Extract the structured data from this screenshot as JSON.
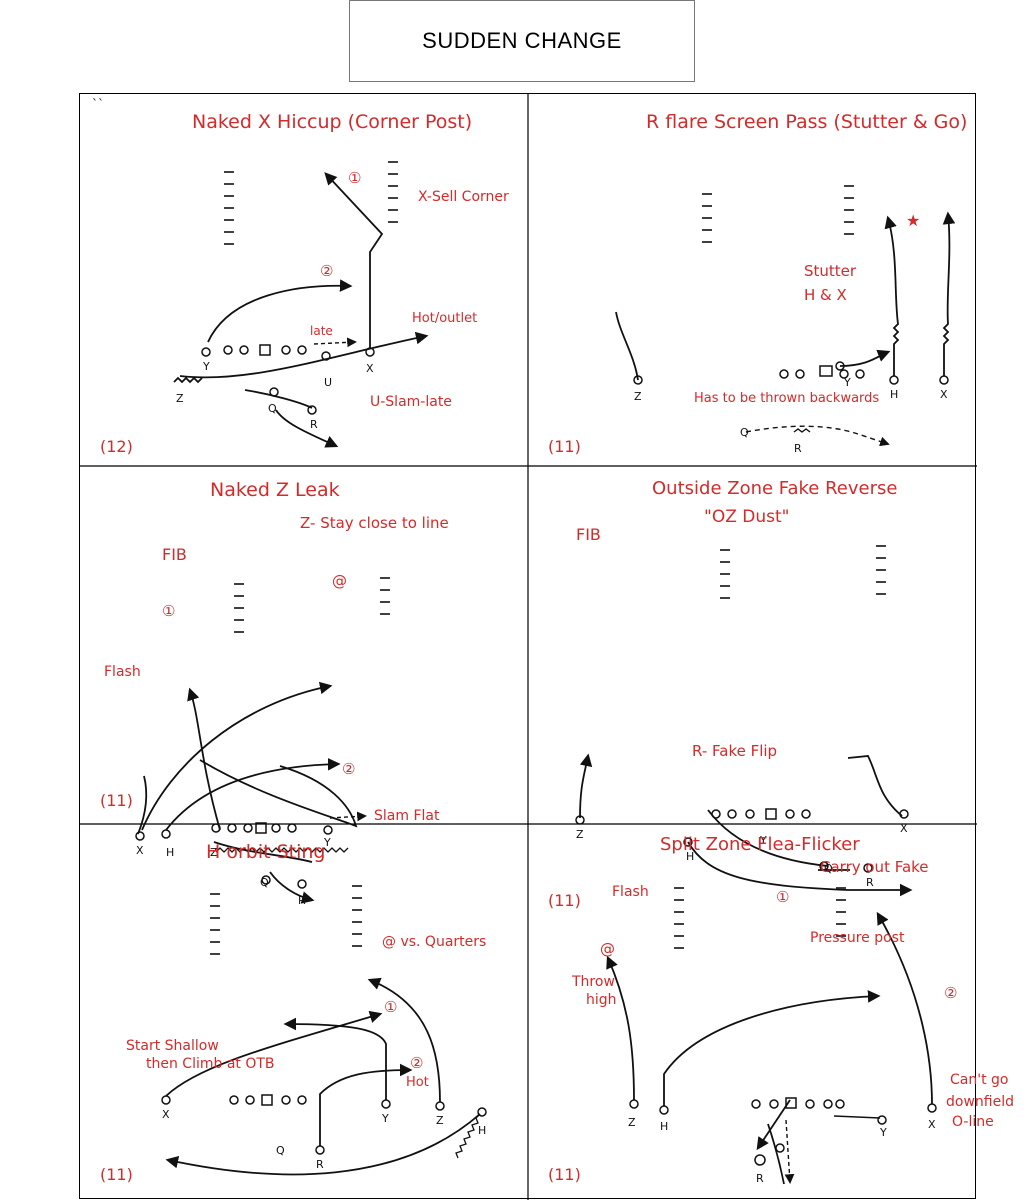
{
  "page_title": "SUDDEN CHANGE",
  "colors": {
    "ink": "#111111",
    "annotation": "#d42a2a"
  },
  "plays": [
    {
      "name": "Naked X Hiccup (Corner Post)",
      "count": "(12)",
      "notes": [
        "X-Sell Corner",
        "Hot/outlet",
        "late",
        "U-Slam-late"
      ],
      "markers": [
        "①",
        "②"
      ],
      "players": [
        "Y",
        "Z",
        "U",
        "X",
        "Q",
        "R"
      ]
    },
    {
      "name": "R flare Screen Pass (Stutter & Go)",
      "count": "(11)",
      "notes": [
        "Stutter",
        "H & X",
        "Has to be thrown backwards",
        "★"
      ],
      "players": [
        "Z",
        "Y",
        "H",
        "X",
        "Q",
        "R"
      ]
    },
    {
      "name": "Naked Z Leak",
      "count": "(11)",
      "notes": [
        "Z- Stay close to line",
        "FIB",
        "Flash",
        "Slam Flat"
      ],
      "markers": [
        "①",
        "②",
        "@"
      ],
      "players": [
        "X",
        "H",
        "Z",
        "Y",
        "Q",
        "R"
      ]
    },
    {
      "name": "Outside Zone Fake Reverse",
      "subtitle": "\"OZ Dust\"",
      "count": "(11)",
      "notes": [
        "FIB",
        "R- Fake Flip",
        "Carry out Fake",
        "Flash"
      ],
      "players": [
        "Z",
        "H",
        "Y",
        "Q",
        "R",
        "X"
      ]
    },
    {
      "name": "H orbit Sting",
      "count": "(11)",
      "notes": [
        "@ vs. Quarters",
        "Start Shallow",
        "then Climb at OTB",
        "Hot"
      ],
      "markers": [
        "①",
        "②"
      ],
      "players": [
        "X",
        "Y",
        "Z",
        "H",
        "Q",
        "R"
      ]
    },
    {
      "name": "Split Zone Flea-Flicker",
      "count": "(11)",
      "notes": [
        "Pressure post",
        "Throw",
        "high",
        "Can't go",
        "downfield",
        "O-line"
      ],
      "markers": [
        "①",
        "②",
        "@"
      ],
      "players": [
        "Z",
        "H",
        "Y",
        "X",
        "R"
      ]
    }
  ],
  "misc_mark": "``"
}
